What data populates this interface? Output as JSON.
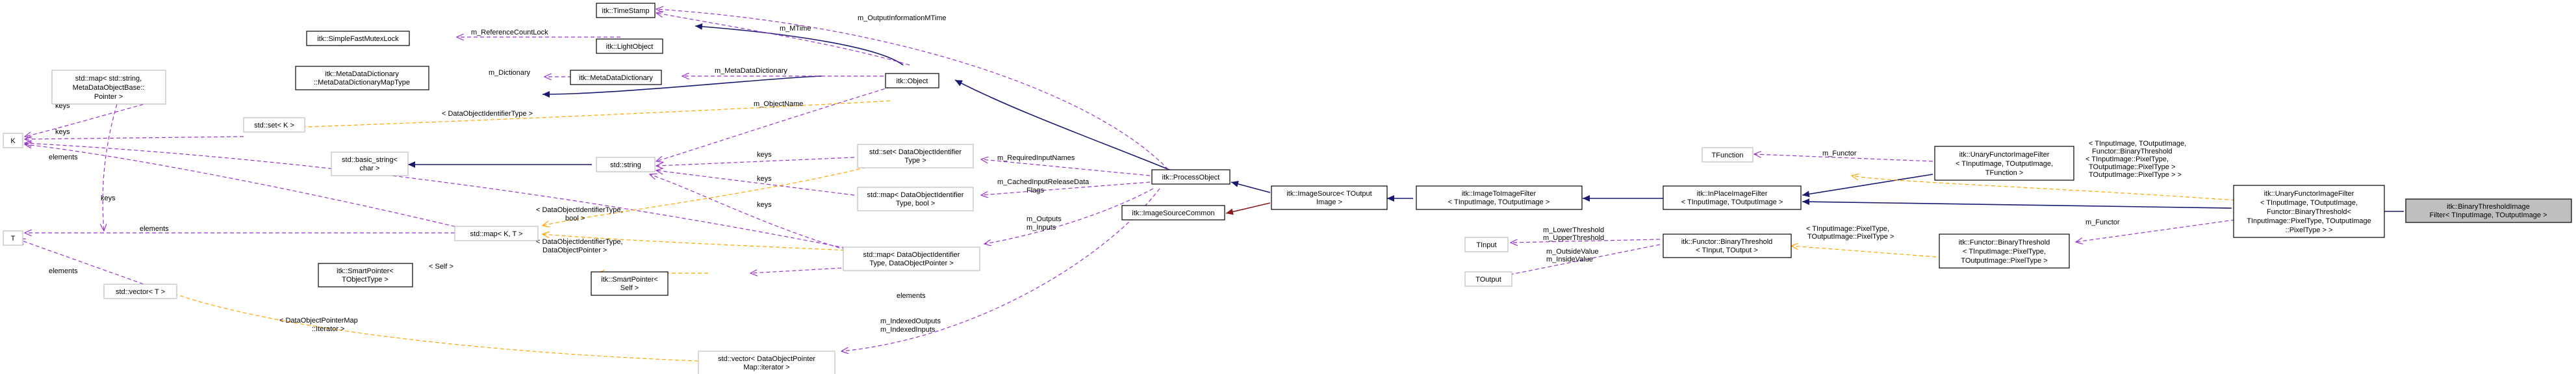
{
  "colors": {
    "inheritance": "#191970",
    "member": "#9a32cd",
    "template": "#ffa500",
    "usage": "#8b1a1a",
    "focus_fill": "#bfbfbf",
    "external_border": "#bfbfbf"
  },
  "nodes": {
    "time_stamp": [
      "itk::TimeStamp"
    ],
    "simple_fast_mutex_lock": [
      "itk::SimpleFastMutexLock"
    ],
    "light_object": [
      "itk::LightObject"
    ],
    "meta_data_dictionary_map_type": [
      "itk::MetaDataDictionary",
      "::MetaDataDictionaryMapType"
    ],
    "meta_data_dictionary": [
      "itk::MetaDataDictionary"
    ],
    "object": [
      "itk::Object"
    ],
    "std_map_string": [
      "std::map< std::string,",
      "MetaDataObjectBase::",
      "Pointer >"
    ],
    "k": [
      "K"
    ],
    "std_set_k": [
      "std::set< K >"
    ],
    "basic_string": [
      "std::basic_string<",
      "char >"
    ],
    "std_string": [
      "std::string"
    ],
    "set_data_object_identifier": [
      "std::set< DataObjectIdentifier",
      "Type >"
    ],
    "map_data_object_bool": [
      "std::map< DataObjectIdentifier",
      "Type, bool >"
    ],
    "process_object": [
      "itk::ProcessObject"
    ],
    "image_source_common": [
      "itk::ImageSourceCommon"
    ],
    "image_source": [
      "itk::ImageSource< TOutput",
      "Image >"
    ],
    "image_to_image_filter": [
      "itk::ImageToImageFilter",
      "< TInputImage, TOutputImage >"
    ],
    "in_place_image_filter": [
      "itk::InPlaceImageFilter",
      "< TInputImage, TOutputImage >"
    ],
    "t": [
      "T"
    ],
    "std_map_k_t": [
      "std::map< K, T >"
    ],
    "map_data_object_pointer": [
      "std::map< DataObjectIdentifier",
      "Type, DataObjectPointer >"
    ],
    "smart_pointer_object": [
      "itk::SmartPointer<",
      "TObjectType >"
    ],
    "smart_pointer_self": [
      "itk::SmartPointer<",
      "Self >"
    ],
    "std_vector_t": [
      "std::vector< T >"
    ],
    "vector_data_object_pointer": [
      "std::vector< DataObjectPointer",
      "Map::iterator >"
    ],
    "tfunction": [
      "TFunction"
    ],
    "unary_functor_generic": [
      "itk::UnaryFunctorImageFilter",
      "< TInputImage, TOutputImage,",
      "TFunction >"
    ],
    "tinput": [
      "TInput"
    ],
    "toutput": [
      "TOutput"
    ],
    "functor_binary_threshold": [
      "itk::Functor::BinaryThreshold",
      "< TInput, TOutput >"
    ],
    "functor_binary_threshold_inst": [
      "itk::Functor::BinaryThreshold",
      "< TInputImage::PixelType,",
      "TOutputImage::PixelType >"
    ],
    "unary_functor_inst": [
      "itk::UnaryFunctorImageFilter",
      "< TInputImage, TOutputImage,",
      "Functor::BinaryThreshold<",
      "TInputImage::PixelType, TOutputImage",
      "::PixelType > >"
    ],
    "binary_threshold_image_filter": [
      "itk::BinaryThresholdImage",
      "Filter< TInputImage, TOutputImage >"
    ]
  },
  "edge_labels": {
    "m_output_information_mtime": [
      "m_OutputInformationMTime"
    ],
    "m_mtime": [
      "m_MTime"
    ],
    "m_reference_count_lock": [
      "m_ReferenceCountLock"
    ],
    "m_dictionary": [
      "m_Dictionary"
    ],
    "m_meta_data_dictionary": [
      "m_MetaDataDictionary"
    ],
    "keys_map_string": [
      "keys"
    ],
    "keys_set_k": [
      "keys"
    ],
    "data_object_identifier_type": [
      "< DataObjectIdentifierType >"
    ],
    "m_object_name": [
      "m_ObjectName"
    ],
    "elements_t": [
      "elements"
    ],
    "keys_string_set": [
      "keys"
    ],
    "keys_string_map": [
      "keys"
    ],
    "m_required_input_names": [
      "m_RequiredInputNames"
    ],
    "m_cached_input_release_data_flags": [
      "m_CachedInputReleaseData",
      "Flags"
    ],
    "m_outputs_inputs": [
      "m_Outputs",
      "m_Inputs"
    ],
    "keys_k_map": [
      "keys"
    ],
    "elements_map_k_t": [
      "elements"
    ],
    "dot_bool": [
      "< DataObjectIdentifierType,",
      "bool >"
    ],
    "dot_pointer": [
      "< DataObjectIdentifierType,",
      "DataObjectPointer >"
    ],
    "keys_pointer_map": [
      "keys"
    ],
    "self_label": [
      "< Self >"
    ],
    "elements_smart": [
      "elements"
    ],
    "elements_vector": [
      "elements"
    ],
    "dop_map_iterator": [
      "< DataObjectPointerMap",
      "::Iterator >"
    ],
    "m_indexed_outputs": [
      "m_IndexedOutputs",
      "m_IndexedInputs"
    ],
    "m_functor_generic": [
      "m_Functor"
    ],
    "unary_template_args": [
      "< TInputImage, TOutputImage,",
      "Functor::BinaryThreshold",
      "< TInputImage::PixelType,",
      "TOutputImage::PixelType >",
      "TOutputImage::PixelType > >"
    ],
    "m_lower_upper_threshold": [
      "m_LowerThreshold",
      "m_UpperThreshold"
    ],
    "m_outside_inside_value": [
      "m_OutsideValue",
      "m_InsideValue"
    ],
    "functor_template_args": [
      "< TInputImage::PixelType,",
      "TOutputImage::PixelType >"
    ],
    "m_functor_inst": [
      "m_Functor"
    ]
  }
}
